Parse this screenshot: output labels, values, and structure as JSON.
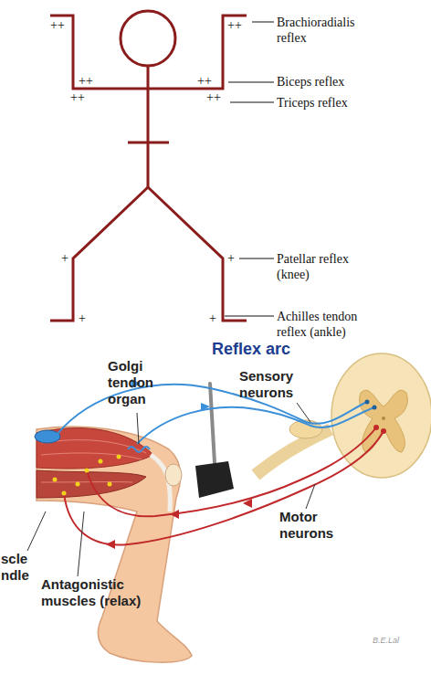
{
  "diagram": {
    "title": "Reflex arc",
    "labels": [
      "++",
      "++",
      "Brachioradialis reflex",
      "++",
      "++",
      "Biceps reflex",
      "++",
      "++",
      "Triceps reflex",
      "+",
      "+",
      "Patellar reflex (knee)",
      "+",
      "+",
      "Achilles tendon reflex (ankle)",
      "Golgi tendon organ",
      "Sensory neurons",
      "scle ndle",
      "Motor neurons",
      "Antagonistic muscles (relax)",
      "B.E.Lal"
    ]
  }
}
